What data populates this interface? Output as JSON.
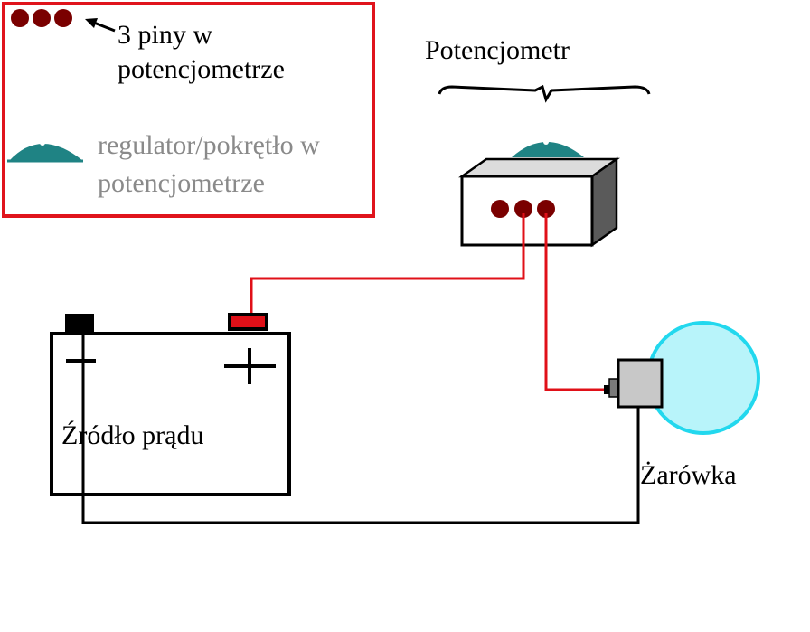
{
  "legend": {
    "pins_label_line1": "3 piny w",
    "pins_label_line2": "potencjometrze",
    "knob_label_line1": "regulator/pokrętło w",
    "knob_label_line2": "potencjometrze",
    "border_color": "#e0141c",
    "knob_label_color": "#8a8a8a"
  },
  "potentiometer": {
    "title": "Potencjometr"
  },
  "battery": {
    "label": "Źródło prądu",
    "minus_symbol": "−",
    "plus_symbol": "+"
  },
  "bulb": {
    "label": "Żarówka",
    "glow_color": "#b8f4fa",
    "glow_stroke": "#22d8ee"
  },
  "colors": {
    "pin": "#7a0000",
    "knob": "#1f8384",
    "wire_red": "#e01018",
    "wire_black": "#000000"
  }
}
